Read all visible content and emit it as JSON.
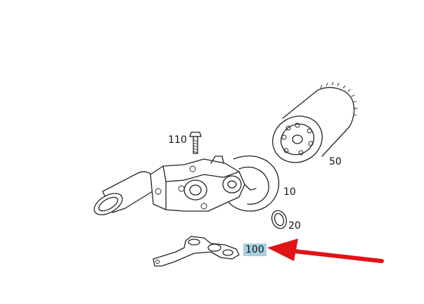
{
  "labels": {
    "part_110": "110",
    "part_50": "50",
    "part_10": "10",
    "part_20": "20",
    "part_100": "100"
  },
  "colors": {
    "line": "#222222",
    "highlight": "#a9cfe2",
    "arrow": "#e01414",
    "background": "#ffffff"
  }
}
